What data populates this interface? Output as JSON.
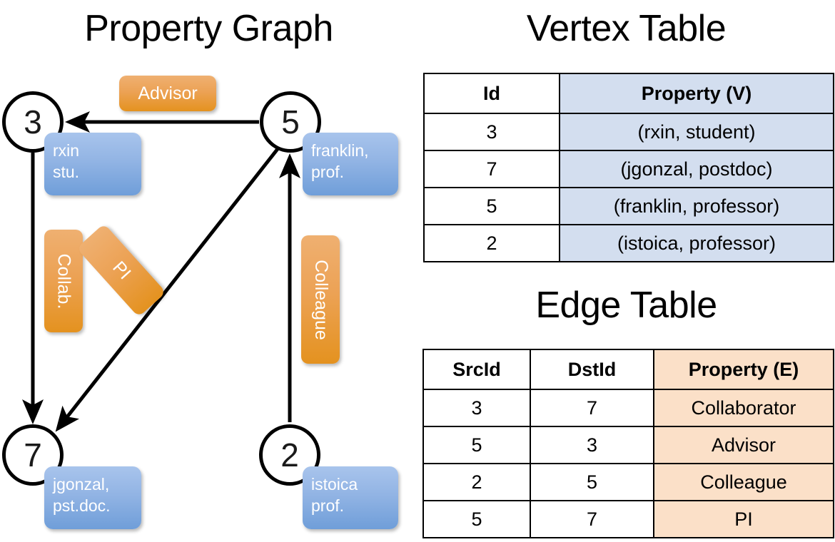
{
  "titles": {
    "property_graph": "Property Graph",
    "vertex_table": "Vertex Table",
    "edge_table": "Edge Table"
  },
  "graph": {
    "vertices": [
      {
        "id": "3",
        "box": "rxin\nstu."
      },
      {
        "id": "5",
        "box": "franklin,\nprof."
      },
      {
        "id": "7",
        "box": "jgonzal,\npst.doc."
      },
      {
        "id": "2",
        "box": "istoica\nprof."
      }
    ],
    "vertex_labels": {
      "n3": "3",
      "n5": "5",
      "n7": "7",
      "n2": "2"
    },
    "property_boxes": {
      "rxin_line1": "rxin",
      "rxin_line2": "stu.",
      "franklin_line1": "franklin,",
      "franklin_line2": "prof.",
      "jgonzal_line1": "jgonzal,",
      "jgonzal_line2": "pst.doc.",
      "istoica_line1": "istoica",
      "istoica_line2": "prof."
    },
    "edge_labels": {
      "advisor": "Advisor",
      "collab": "Collab.",
      "pi": "PI",
      "colleague": "Colleague"
    },
    "edges": [
      {
        "from": "5",
        "to": "3",
        "label": "Advisor"
      },
      {
        "from": "3",
        "to": "7",
        "label": "Collab."
      },
      {
        "from": "5",
        "to": "7",
        "label": "PI"
      },
      {
        "from": "2",
        "to": "5",
        "label": "Colleague"
      }
    ]
  },
  "vertex_table": {
    "headers": [
      "Id",
      "Property (V)"
    ],
    "rows": [
      {
        "id": "3",
        "property": "(rxin, student)"
      },
      {
        "id": "7",
        "property": "(jgonzal, postdoc)"
      },
      {
        "id": "5",
        "property": "(franklin, professor)"
      },
      {
        "id": "2",
        "property": "(istoica, professor)"
      }
    ]
  },
  "edge_table": {
    "headers": [
      "SrcId",
      "DstId",
      "Property (E)"
    ],
    "rows": [
      {
        "src": "3",
        "dst": "7",
        "property": "Collaborator"
      },
      {
        "src": "5",
        "dst": "3",
        "property": "Advisor"
      },
      {
        "src": "2",
        "dst": "5",
        "property": "Colleague"
      },
      {
        "src": "5",
        "dst": "7",
        "property": "PI"
      }
    ]
  },
  "colors": {
    "vertex_property_fill": "#d3deef",
    "edge_property_fill": "#fbe0c8",
    "node_box_blue": "#92b4e4",
    "edge_label_orange": "#eca255",
    "stroke": "#000000",
    "background": "#ffffff"
  }
}
